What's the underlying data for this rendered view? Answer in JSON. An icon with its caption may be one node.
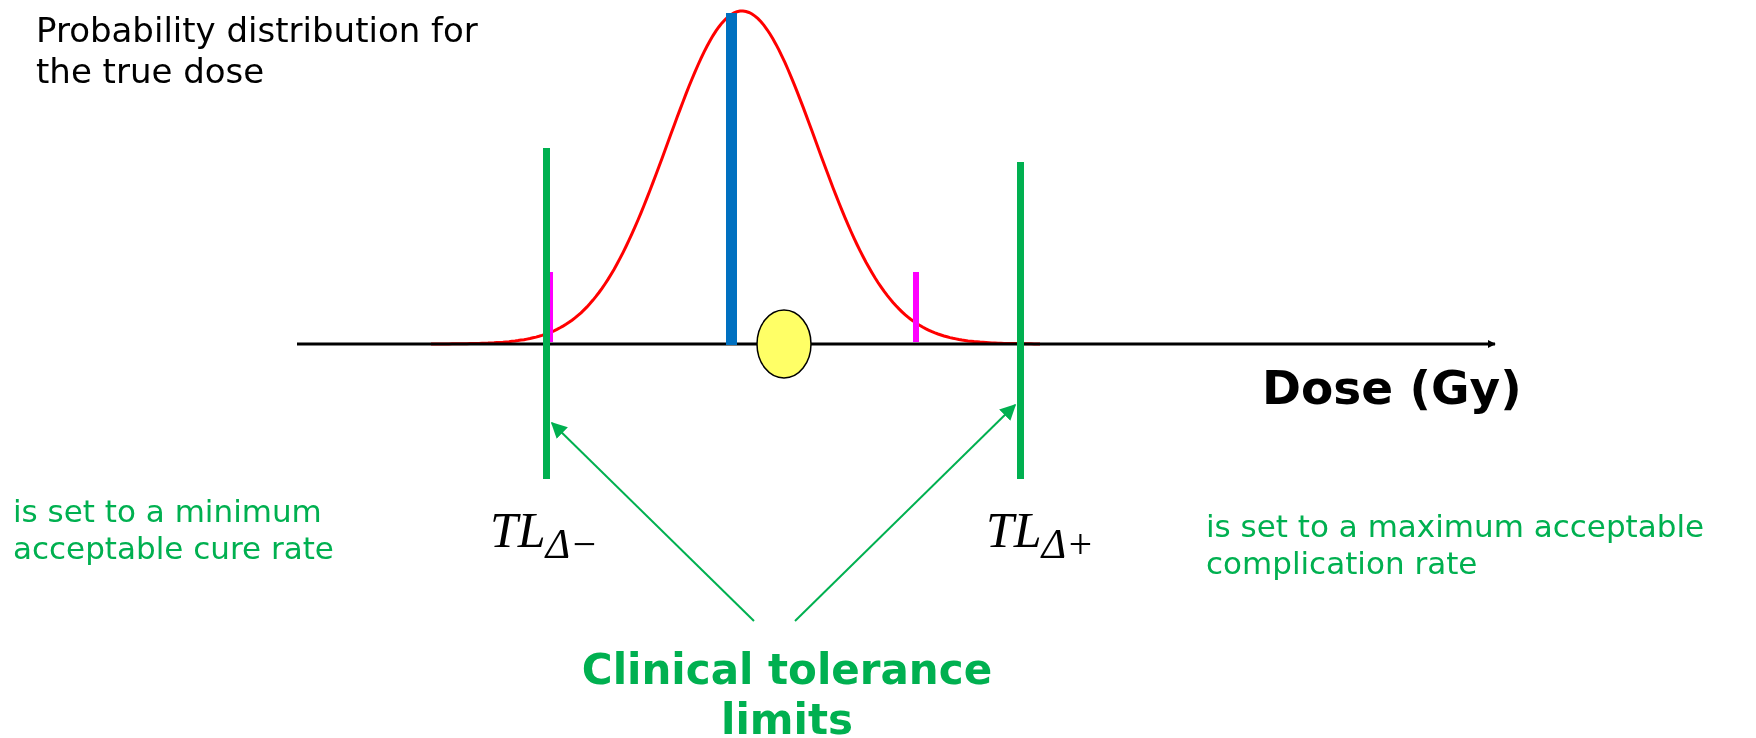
{
  "diagram": {
    "nodes": [
      {
        "text": [
          "Clinical tolerance limits"
        ]
      },
      {
        "text": [],
        "shape": "bar"
      },
      {
        "text": [],
        "shape": "bar"
      }
    ],
    "edges": [
      {
        "from": 0,
        "to": 1,
        "arrow": "to"
      },
      {
        "from": 0,
        "to": 2,
        "arrow": "to"
      }
    ],
    "labels": [
      "Probability distribution for the true dose",
      "Dose (Gy)",
      "is set to a minimum acceptable cure rate",
      "TL$_{Δ−}$",
      "TL$_{Δ+}$",
      "is set to a maximum acceptable complication rate"
    ]
  }
}
